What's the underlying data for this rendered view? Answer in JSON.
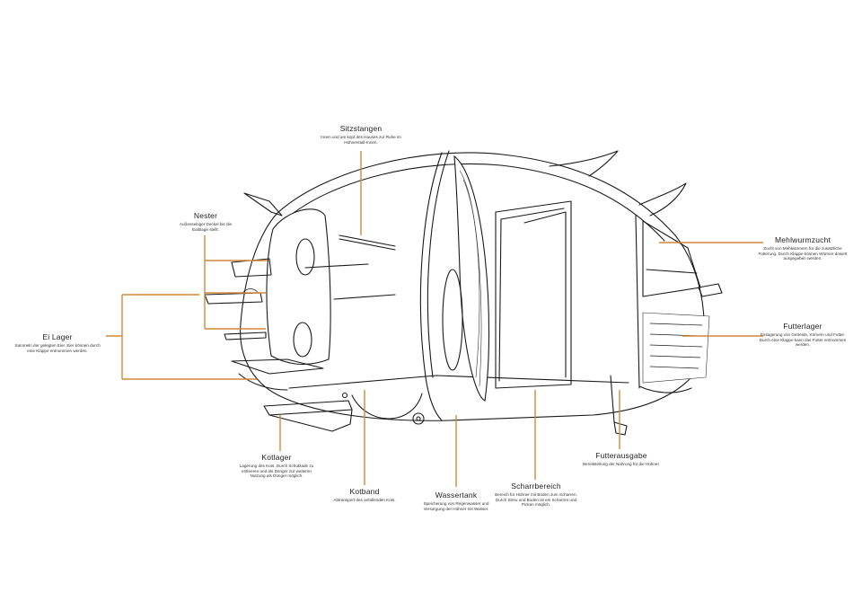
{
  "labels": {
    "sitzstangen": {
      "title": "Sitzstangen",
      "desc": "Innen und am kopf des Hauses zur Ruhe im Hühnerstall-Innen."
    },
    "nester": {
      "title": "Nester",
      "desc": "Außenseitiger Deckel bis die Eiablage stellt."
    },
    "eilager": {
      "title": "Ei Lager",
      "desc": "Sammeln der gelegten Eier. Eier können durch eine Klappe entnommen werden."
    },
    "kotlager": {
      "title": "Kotlager",
      "desc": "Lagerung des Kots. Durch Schublade zu entleeren und als Dünger zur weiteren Nutzung als Dünger möglich."
    },
    "kotband": {
      "title": "Kotband",
      "desc": "Abtransport des anfallenden Kots."
    },
    "wassertank": {
      "title": "Wassertank",
      "desc": "Speicherung von Regenwasser und Versorgung der Hühner mit Wasser."
    },
    "scharrbereich": {
      "title": "Scharrbereich",
      "desc": "Bereich für Hühner mit Boden zum Scharren. Durch Streu und Boden ist ein Scharren und Picken möglich."
    },
    "futterausgabe": {
      "title": "Futterausgabe",
      "desc": "Bereitstellung der Nahrung für die Hühner."
    },
    "futterlager": {
      "title": "Futterlager",
      "desc": "Einlagerung von Getreide, Körnern und Futter. Durch eine Klappe kann das Futter entnommen werden."
    },
    "mehlwurmzucht": {
      "title": "Mehlwurmzucht",
      "desc": "Zucht von Mehlwürmern für die zusätzliche Fütterung. Durch Klappe können Würmer dosiert ausgegeben werden."
    }
  },
  "colors": {
    "leader": "#d0883a",
    "ink": "#1a1a1a"
  }
}
